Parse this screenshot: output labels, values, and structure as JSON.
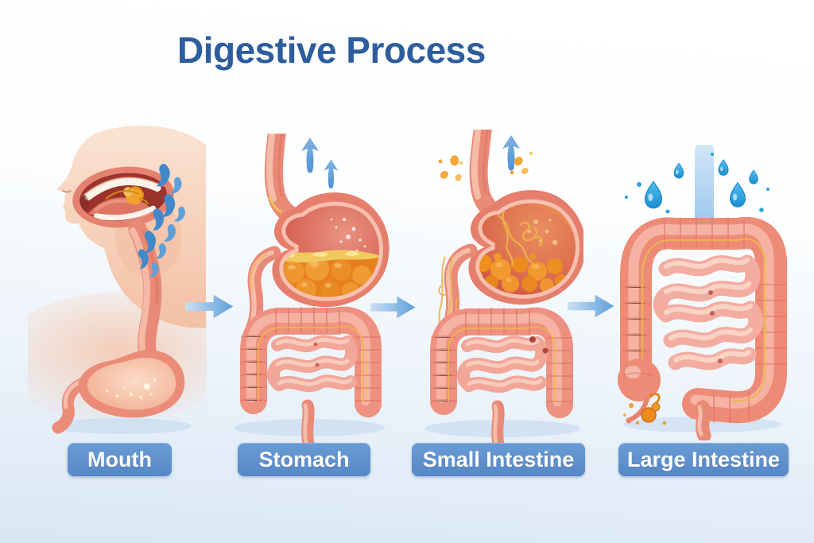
{
  "title": {
    "text": "Digestive Process"
  },
  "stages": [
    {
      "id": "mouth",
      "label": "Mouth",
      "illustration": "mouth-chewing-swallowing-illustration",
      "icons": [
        "saliva-swallow-arrow-icon"
      ]
    },
    {
      "id": "stomach",
      "label": "Stomach",
      "illustration": "stomach-churning-food-illustration",
      "icons": [
        "up-arrow-icon"
      ]
    },
    {
      "id": "small-intestine",
      "label": "Small Intestine",
      "illustration": "small-intestine-enzyme-digestion-illustration",
      "icons": [
        "up-arrow-icon",
        "enzyme-particle-icon"
      ]
    },
    {
      "id": "large-intestine",
      "label": "Large Intestine",
      "illustration": "large-intestine-water-absorption-illustration",
      "icons": [
        "water-stream-icon",
        "water-droplet-icon",
        "waste-icon"
      ]
    }
  ],
  "flow": {
    "arrow_count": 3,
    "direction": "left-to-right"
  },
  "colors": {
    "title_text": "#2d5d9d",
    "label_background": "#5c90ca",
    "label_text": "#ffffff",
    "flow_arrow_blue": "#5e9fd9",
    "water_droplet_blue": "#1f9ad8",
    "organ_pink": "#ee8b77",
    "chyme_orange": "#e8851f",
    "enzyme_gold": "#edb04a",
    "background_top": "#ffffff",
    "background_bottom": "#d8e6f4"
  }
}
